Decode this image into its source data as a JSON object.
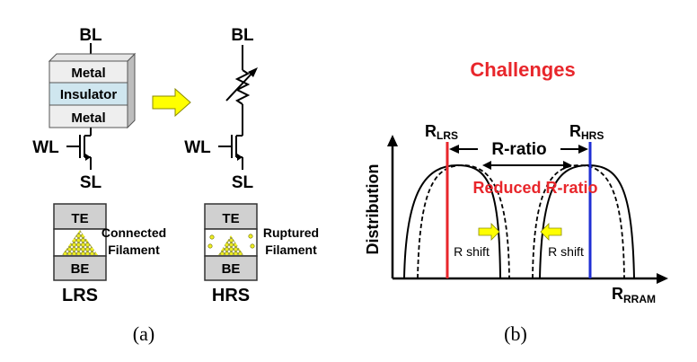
{
  "panel_a": {
    "caption": "(a)",
    "cell_stack": {
      "bitline": "BL",
      "top_metal": "Metal",
      "insulator": "Insulator",
      "bottom_metal": "Metal",
      "wordline": "WL",
      "sourceline": "SL"
    },
    "cell_circuit": {
      "bitline": "BL",
      "wordline": "WL",
      "sourceline": "SL"
    },
    "lrs": {
      "top_electrode": "TE",
      "bottom_electrode": "BE",
      "filament_label_line1": "Connected",
      "filament_label_line2": "Filament",
      "state": "LRS"
    },
    "hrs": {
      "top_electrode": "TE",
      "bottom_electrode": "BE",
      "filament_label_line1": "Ruptured",
      "filament_label_line2": "Filament",
      "state": "HRS"
    }
  },
  "panel_b": {
    "caption": "(b)",
    "title": "Challenges",
    "y_axis_label": "Distribution",
    "x_axis_label_main": "R",
    "x_axis_label_sub": "RRAM",
    "lrs_marker_main": "R",
    "lrs_marker_sub": "LRS",
    "hrs_marker_main": "R",
    "hrs_marker_sub": "HRS",
    "ratio_label": "R-ratio",
    "reduced_label": "Reduced R-ratio",
    "shift_left_label": "R shift",
    "shift_right_label": "R shift"
  },
  "colors": {
    "metal_fill": "#eeeeee",
    "insulator_fill": "#cfe6ef",
    "electrode_fill": "#d0d0d0",
    "filament_yellow": "#eeee22",
    "arrow_yellow": "#ffff00",
    "lrs_line": "#e8262b",
    "hrs_line": "#1f2fd4",
    "challenge_red": "#e8262b"
  }
}
